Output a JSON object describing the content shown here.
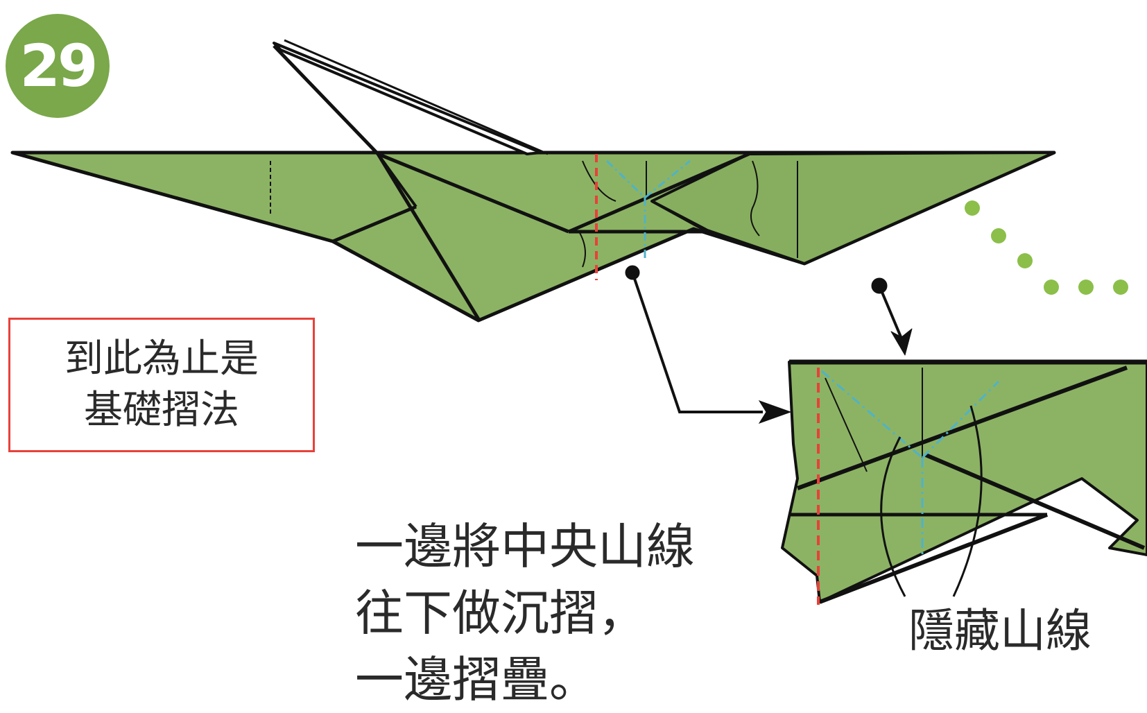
{
  "step": {
    "number": "29"
  },
  "note": {
    "text": "到此為止是\n基礎摺法"
  },
  "instruction": {
    "text": "一邊將中央山線\n往下做沉摺，\n一邊摺疊。"
  },
  "callout": {
    "label": "隱藏山線"
  },
  "colors": {
    "paper_green": "#8cb364",
    "badge_green": "#7aa84a",
    "outline": "#111111",
    "valley_fold": "#e8413a",
    "hidden_mountain": "#4fb3c8",
    "note_border": "#e8413a",
    "dots": "#8bbf4a"
  }
}
